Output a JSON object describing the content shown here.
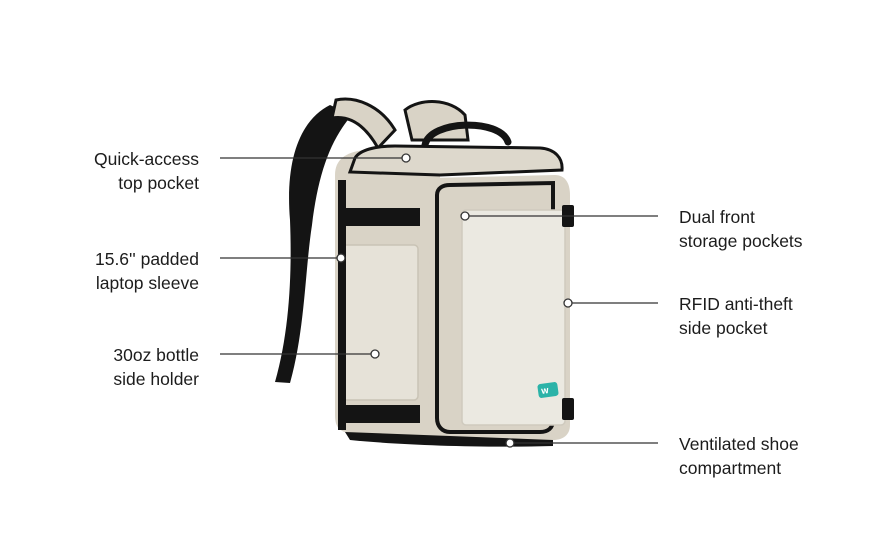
{
  "callouts": {
    "top_pocket": {
      "line1": "Quick-access",
      "line2": "top pocket"
    },
    "laptop_sleeve": {
      "line1": "15.6'' padded",
      "line2": "laptop sleeve"
    },
    "bottle_holder": {
      "line1": "30oz bottle",
      "line2": "side holder"
    },
    "front_pockets": {
      "line1": "Dual front",
      "line2": "storage pockets"
    },
    "rfid_pocket": {
      "line1": "RFID anti-theft",
      "line2": "side pocket"
    },
    "shoe_compartment": {
      "line1": "Ventilated shoe",
      "line2": "compartment"
    }
  },
  "colors": {
    "fabric": "#d9d3c6",
    "fabric_light": "#e6e2d8",
    "panel": "#ebe9e1",
    "webbing": "#141414",
    "badge": "#2bb3a8",
    "text": "#1c1c1c"
  },
  "product": {
    "badge_icon": "brand-badge-icon"
  }
}
